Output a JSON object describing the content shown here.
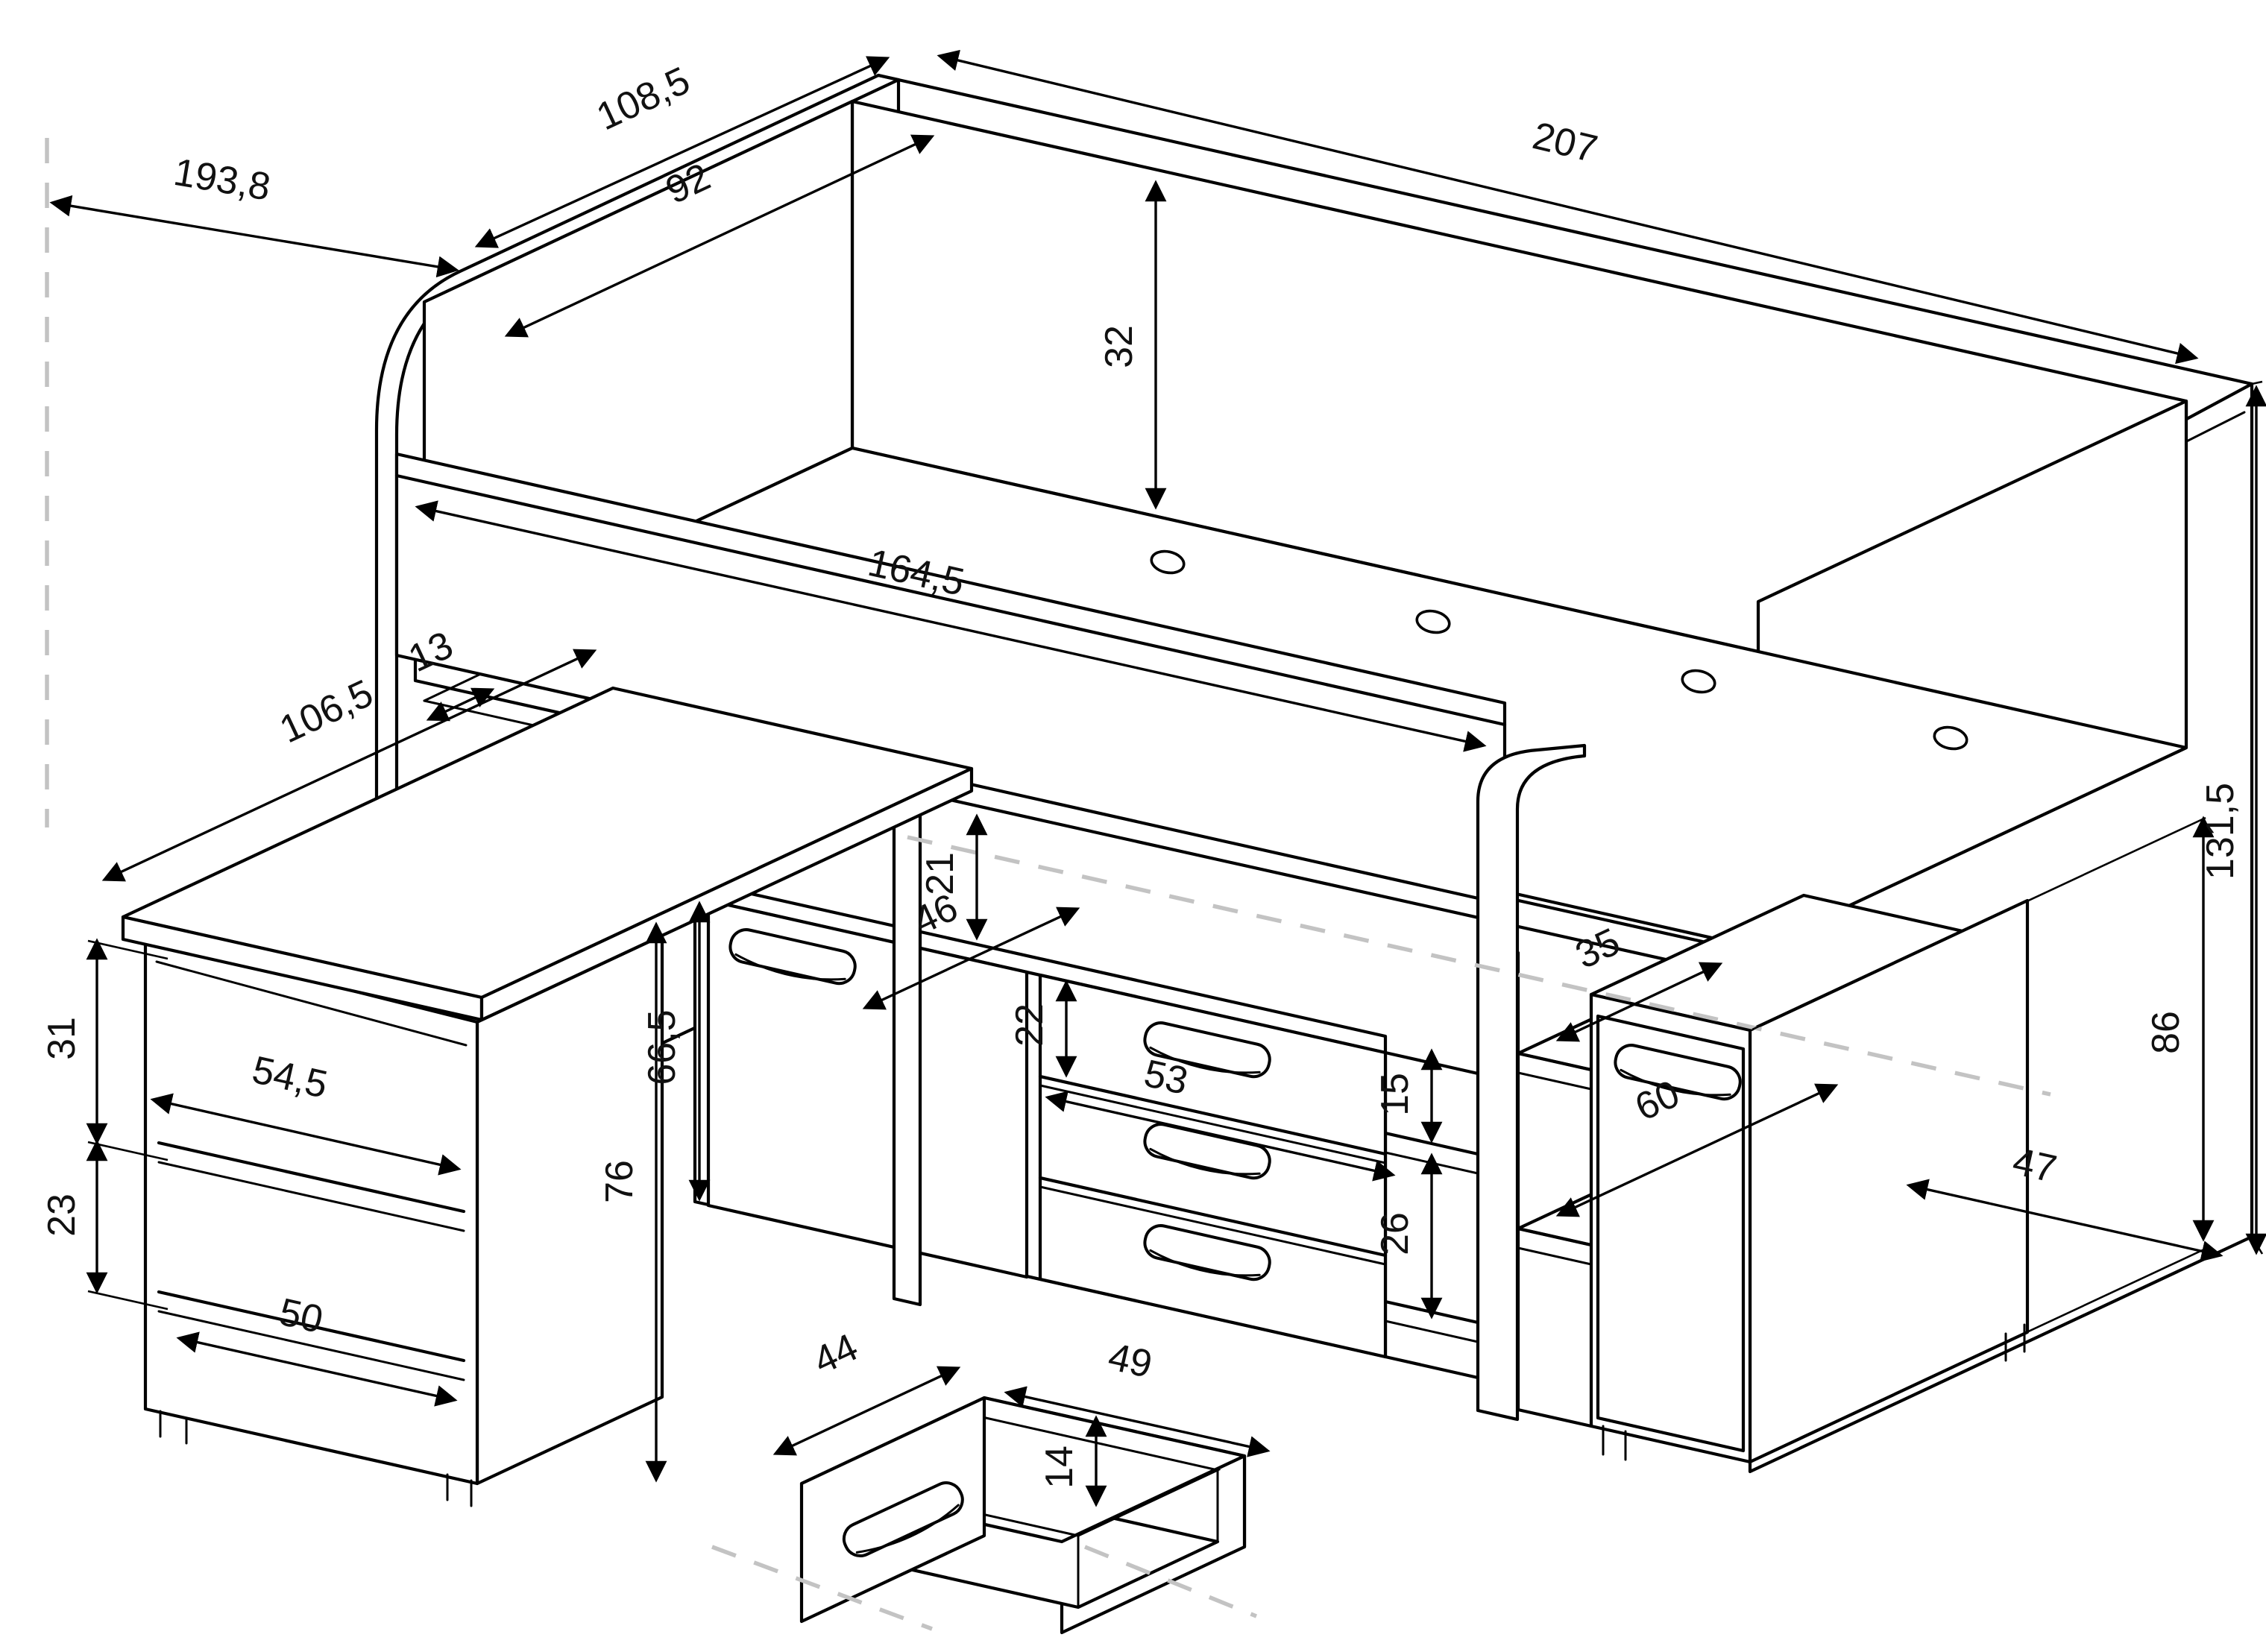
{
  "drawing": {
    "kind": "isometric furniture technical drawing",
    "subject": "mid-sleeper loft bed with pull-out desk, shelf unit, cupboard, drawers and wardrobe",
    "background": "#ffffff",
    "line_color": "#000000",
    "hidden_line_color": "#c3c3c3"
  },
  "dims": {
    "overall_depth_with_desk": "193,8",
    "bed_depth": "108,5",
    "inner_width": "92",
    "rail_above_platform": "32",
    "bed_length": "207",
    "headboard_ledge_depth": "13",
    "guard_rail_length": "164,5",
    "desk_length": "106,5",
    "desk_width": "54,5",
    "shelf_gap_upper": "31",
    "shelf_gap_lower": "23",
    "shelf_unit_width": "50",
    "desk_height": "76",
    "gap_above_cupboard": "21",
    "cupboard_height": "66,5",
    "drawer_front_height": "22",
    "cupboard_depth": "46",
    "drawer_unit_width": "53",
    "niche_height": "15",
    "right_shelf_spacing": "26",
    "right_shelf_depth": "35",
    "under_bed_shelf_depth": "60",
    "wardrobe_door_width": "47",
    "wardrobe_height": "86",
    "total_height": "131,5",
    "loose_drawer_width": "44",
    "loose_drawer_depth": "49",
    "loose_drawer_inner_height": "14"
  }
}
